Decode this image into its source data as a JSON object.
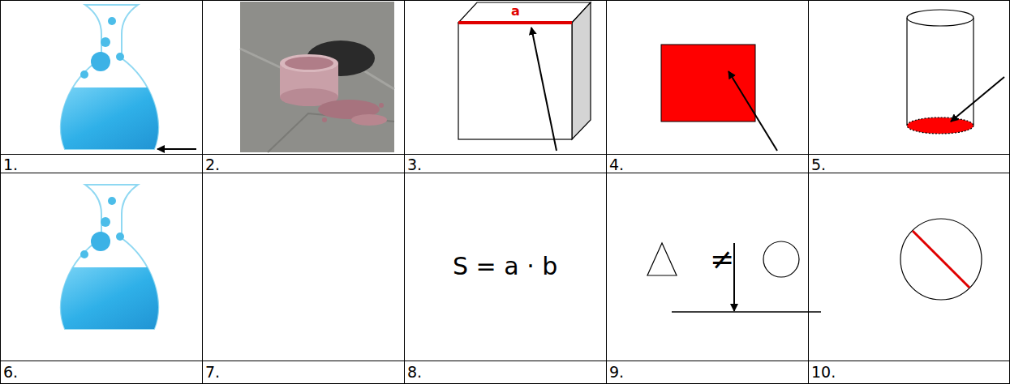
{
  "diagram": {
    "labels": [
      "a",
      "1.",
      "2.",
      "3.",
      "4.",
      "5.",
      "S = a · b",
      "≠",
      "6.",
      "7.",
      "8.",
      "9.",
      "10."
    ]
  }
}
